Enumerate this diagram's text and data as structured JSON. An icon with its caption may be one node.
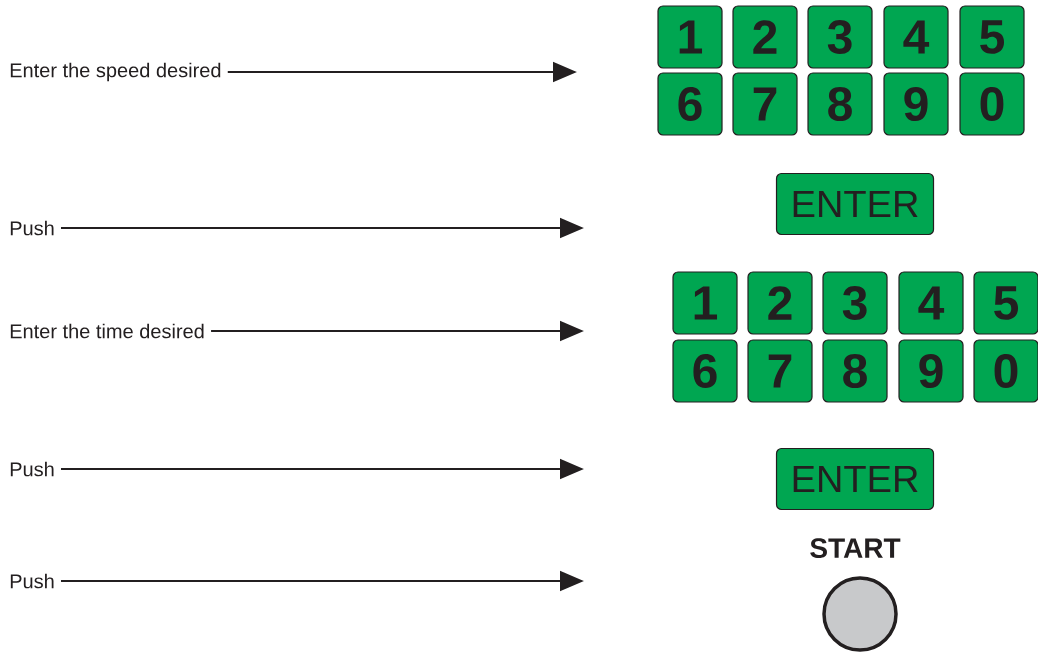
{
  "diagram": {
    "nodes": [
      {
        "text": [
          "Enter the speed desired"
        ]
      },
      {
        "text": [
          "1"
        ]
      },
      {
        "text": [
          "2"
        ]
      },
      {
        "text": [
          "3"
        ]
      },
      {
        "text": [
          "4"
        ]
      },
      {
        "text": [
          "5"
        ]
      },
      {
        "text": [
          "6"
        ]
      },
      {
        "text": [
          "7"
        ]
      },
      {
        "text": [
          "8"
        ]
      },
      {
        "text": [
          "9"
        ]
      },
      {
        "text": [
          "0"
        ]
      },
      {
        "text": [
          "Push"
        ]
      },
      {
        "text": [
          "ENTER"
        ]
      },
      {
        "text": [
          "Enter the time desired"
        ]
      },
      {
        "text": [
          "1"
        ]
      },
      {
        "text": [
          "2"
        ]
      },
      {
        "text": [
          "3"
        ]
      },
      {
        "text": [
          "4"
        ]
      },
      {
        "text": [
          "5"
        ]
      },
      {
        "text": [
          "6"
        ]
      },
      {
        "text": [
          "7"
        ]
      },
      {
        "text": [
          "8"
        ]
      },
      {
        "text": [
          "9"
        ]
      },
      {
        "text": [
          "0"
        ]
      },
      {
        "text": [
          "Push"
        ]
      },
      {
        "text": [
          "ENTER"
        ]
      },
      {
        "text": [
          "Push"
        ]
      },
      {
        "text": [
          "START"
        ]
      }
    ],
    "edges": [
      {
        "from": 0,
        "to": null,
        "arrow": "to"
      },
      {
        "from": 11,
        "to": null,
        "arrow": "to"
      },
      {
        "from": 13,
        "to": null,
        "arrow": "to"
      },
      {
        "from": 24,
        "to": null,
        "arrow": "to"
      },
      {
        "from": 26,
        "to": null,
        "arrow": "to"
      }
    ]
  }
}
